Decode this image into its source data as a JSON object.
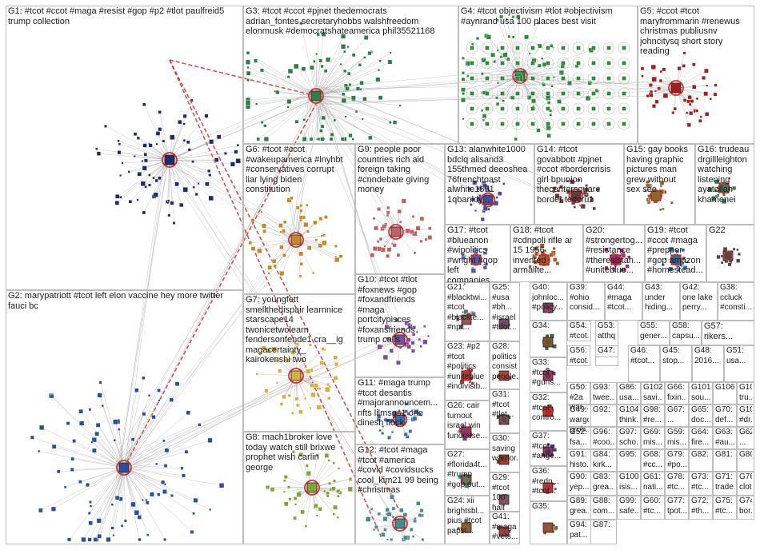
{
  "groups": [
    {
      "id": "G1",
      "label": "G1: #tcot #ccot #maga #resist #gop #p2 #tlot paulfreid5\ntrump collection",
      "color": "#1f2a6b"
    },
    {
      "id": "G2",
      "label": "G2: marypatriott #tcot left elon vaccine hey more twitter\nfauci bc",
      "color": "#2b4f9e"
    },
    {
      "id": "G3",
      "label": "G3: #tcot #ccot #pjnet thedemocrats\nadrian_fontes secretaryhobbs walshfreedom\nelonmusk #democratshateamerica phil35521168",
      "color": "#2f7d4a"
    },
    {
      "id": "G4",
      "label": "G4: #tcot objectivism #tlot #objectivism\n#aynrand usa 100 places best visit",
      "color": "#2e8b3a"
    },
    {
      "id": "G5",
      "label": "G5: #ccot #tcot\nmaryfrommarin #renewus\nchristmas publiusnv\njohncitysq short story\nreading",
      "color": "#a31f1f"
    },
    {
      "id": "G6",
      "label": "G6: #tcot #ccot\n#wakeupamerica #lnyhbt\n#conservatives corrupt\nliar lying biden\nconstitution",
      "color": "#c48a2a"
    },
    {
      "id": "G7",
      "label": "G7: youngfett\nsmellthedispair learnnice\nstarscape14\ntwonicetwolearn\nfendersonfende1 cra__ig\nmagacertainty_\nkairokenshi two",
      "color": "#d4b23a"
    },
    {
      "id": "G8",
      "label": "G8: mach1broker love\ntoday watch still brixwe\nprophet wish carlin\ngeorge",
      "color": "#7fa53a"
    },
    {
      "id": "G9",
      "label": "G9: people poor\ncountries rich aid\nforeign taking\n#cnndebate giving\nmoney",
      "color": "#c06060"
    },
    {
      "id": "G10",
      "label": "G10: #tcot #tlot\n#foxnews #gop\n#foxandfriends\n#maga\nportcitypisces\n#foxansfriends\ntrump calls",
      "color": "#7a4fa0"
    },
    {
      "id": "G11",
      "label": "G11: #maga trump\n#tcot desantis\n#majorannouncem...\nnfts lilmsgs1 one\ndinesh flock",
      "color": "#3a6fa5"
    },
    {
      "id": "G12",
      "label": "G12: #tcot #maga\n#tcot #america\n#covid #covidsucks\ncool_kim21 99 being\n#christmas",
      "color": "#4b8a8a"
    },
    {
      "id": "G13",
      "label": "G13: alanwhite1000\nbdclq alisand3\n155thmed deeoshea\n76frenchtoast\nalwhite1591\n1qbanldy...",
      "color": "#4a4a9a"
    },
    {
      "id": "G14",
      "label": "G14: #tcot\ngovabbott #pjnet\n#ccot #bordercrisis\ngirl bpunion\nthecentersquare\nborder tedcruz",
      "color": "#6a3a3a"
    },
    {
      "id": "G15",
      "label": "G15: gay books\nhaving graphic\npictures man\ngrew without\nsex see",
      "color": "#8a6a2a"
    },
    {
      "id": "G16",
      "label": "G16: trudeau\ndrgillleighton\nwatching\nlistening\nayatollah\nkhamenei",
      "color": "#3a7a5a"
    },
    {
      "id": "G17",
      "label": "G17: #tcot\n#blueanon\n#wipolitics\n#wright #gop\nleft companies...",
      "color": "#5a5aaa"
    },
    {
      "id": "G18",
      "label": "G18: #tcot\n#cdnpoli rifle ar\n15 1956\ninvented\narmalite...",
      "color": "#aa5a2a"
    },
    {
      "id": "G19",
      "label": "G19: #tcot\n#ccot #maga\n#prepper\n#gop amazon\n#homestead...",
      "color": "#2a6a9a"
    },
    {
      "id": "G20",
      "label": "G20:\n#strongertog...\n#resistance\n#theresistan...\n#uniteblue...",
      "color": "#9a2a6a"
    },
    {
      "id": "G21",
      "label": "G21:\n#blacktwi...\n#tcot\n#blackte...\n#npr...",
      "color": "#6a6a6a"
    },
    {
      "id": "G22",
      "label": "G22",
      "color": "#4a4a4a"
    },
    {
      "id": "G23",
      "label": "G23: #p2\n#tcot\n#politics\n#uniteblue\n#indivisib...",
      "color": "#aa3a3a"
    },
    {
      "id": "G24",
      "label": "G24: xii\nbrightsbl...\npius #tcot\npapst...",
      "color": "#5a7a3a"
    },
    {
      "id": "G25",
      "label": "G25:\n#usa\n#bh...\n#israel\n#tdot...",
      "color": "#3a5a8a"
    },
    {
      "id": "G26",
      "label": "G26: cair\nturnout\nisrael win\nfundraise...",
      "color": "#7a3a7a"
    },
    {
      "id": "G27",
      "label": "G27:\n#florida4t...\n#trump\n#gop put...",
      "color": "#3a8a6a"
    },
    {
      "id": "G28",
      "label": "G28:\npolitics\nconsist...\npeople...",
      "color": "#8a5a3a"
    },
    {
      "id": "G29",
      "label": "G29:\n#tcot\n100 half",
      "color": "#4a6a8a"
    },
    {
      "id": "G30",
      "label": "G30:\nsaving\nwarrior...",
      "color": "#6a4a2a"
    },
    {
      "id": "G31",
      "label": "G31:\n#tcot\n#tlot...",
      "color": "#2a5a5a"
    },
    {
      "id": "G32",
      "label": "G32:\n#tcot\ncontro...",
      "color": "#aa2a2a"
    },
    {
      "id": "G33",
      "label": "G33:\n#tcot\n#guns...",
      "color": "#5a3a6a"
    },
    {
      "id": "G34",
      "label": "G34:",
      "color": "#3a6a3a"
    },
    {
      "id": "G35",
      "label": "G35:",
      "color": "#6a6a3a"
    },
    {
      "id": "G36",
      "label": "G36:\n#redn...\n#tcot...",
      "color": "#9a3a3a"
    },
    {
      "id": "G37",
      "label": "G37:\n#tcot\n#ange...",
      "color": "#3a3a7a"
    },
    {
      "id": "G38",
      "label": "G38:\nccluck\n#consti...",
      "color": "#4a7a7a"
    },
    {
      "id": "G39",
      "label": "G39:\n#ohio\nconsid...",
      "color": "#7a7a4a"
    },
    {
      "id": "G40",
      "label": "G40:\njohnloc...\n#policy...",
      "color": "#5a4a7a"
    },
    {
      "id": "G41",
      "label": "G41:\n#maga\n#vets...",
      "color": "#7a4a4a"
    },
    {
      "id": "G42",
      "label": "G42:\none lake\nperry...",
      "color": "#4a5a7a"
    },
    {
      "id": "G43",
      "label": "G43:\nunder\nhiding...",
      "color": "#6a5a4a"
    },
    {
      "id": "G44",
      "label": "G44:\n#maga\n#tcot...",
      "color": "#aa4a4a"
    },
    {
      "id": "G45",
      "label": "G45:\nstop...",
      "color": "#5a5a5a"
    },
    {
      "id": "G46",
      "label": "G46:\n#tcot...",
      "color": "#3a5a3a"
    },
    {
      "id": "G47",
      "label": "G47:",
      "color": "#5a3a3a"
    },
    {
      "id": "G48",
      "label": "G48:\n2016...",
      "color": "#3a3a5a"
    },
    {
      "id": "G49",
      "label": "G49:\nwargo...\ngroh...",
      "color": "#6a3a5a"
    },
    {
      "id": "G50",
      "label": "G50:\n#2a\nwar...",
      "color": "#3a6a5a"
    },
    {
      "id": "G51",
      "label": "G51:\nusa...",
      "color": "#5a6a3a"
    },
    {
      "id": "G52",
      "label": "G52:\nfsa...",
      "color": "#4a3a6a"
    },
    {
      "id": "G53",
      "label": "G53:\natthq...",
      "color": "#6a4a3a"
    },
    {
      "id": "G54",
      "label": "G54:\n#tcot...",
      "color": "#3a4a6a"
    },
    {
      "id": "G55",
      "label": "G55:\ngener...",
      "color": "#5a4a5a"
    },
    {
      "id": "G56",
      "label": "G56:\n#tcot...",
      "color": "#4a5a4a"
    },
    {
      "id": "G57",
      "label": "G57:\nrikers...",
      "color": "#6a5a5a"
    },
    {
      "id": "G58",
      "label": "G58:\ncapsu...",
      "color": "#4a4a6a"
    },
    {
      "id": "G59",
      "label": "G59:\nmis...",
      "color": "#5a5a4a"
    },
    {
      "id": "G60",
      "label": "G60:\n#tc...",
      "color": "#3a3a3a"
    },
    {
      "id": "G61",
      "label": "G61:\nnati...",
      "color": "#5a3a4a"
    },
    {
      "id": "G62",
      "label": "G62:\n...",
      "color": "#3a5a5a"
    },
    {
      "id": "G63",
      "label": "G63:\n#au...",
      "color": "#4a3a3a"
    },
    {
      "id": "G64",
      "label": "G64:\nfire...",
      "color": "#3a4a4a"
    },
    {
      "id": "G65",
      "label": "G65:\ndoc...",
      "color": "#4a4a3a"
    },
    {
      "id": "G66",
      "label": "G66:\nfixin...",
      "color": "#5a4a4a"
    },
    {
      "id": "G67",
      "label": "G67:\n...",
      "color": "#4a5a5a"
    },
    {
      "id": "G68",
      "label": "G68:\n#cc...",
      "color": "#5a5a3a"
    },
    {
      "id": "G69",
      "label": "G69:\nmis...",
      "color": "#3a4a5a"
    },
    {
      "id": "G70",
      "label": "G70:\ndef...",
      "color": "#4a3a5a"
    },
    {
      "id": "G71",
      "label": "G71:\ntrade...",
      "color": "#5a3a5a"
    },
    {
      "id": "G72",
      "label": "G72:\n#th...",
      "color": "#3a5a4a"
    },
    {
      "id": "G73",
      "label": "G73:\n#tc...",
      "color": "#4a5a3a"
    },
    {
      "id": "G74",
      "label": "G74:\nbor...",
      "color": "#5a4a3a"
    },
    {
      "id": "G75",
      "label": "G75:\n#tc...",
      "color": "#3a3a4a"
    },
    {
      "id": "G76",
      "label": "G76:\nclot...",
      "color": "#4a4a5a"
    },
    {
      "id": "G77",
      "label": "G77:\ntpot...",
      "color": "#5a5a5a"
    },
    {
      "id": "G78",
      "label": "G78:\n#tc...",
      "color": "#3a4a3a"
    },
    {
      "id": "G79",
      "label": "G79:\n#po...",
      "color": "#4a3a4a"
    },
    {
      "id": "G80",
      "label": "G80:",
      "color": "#5a3a3a"
    },
    {
      "id": "G81",
      "label": "G81:",
      "color": "#3a5a3a"
    },
    {
      "id": "G82",
      "label": "G82:",
      "color": "#4a5a4a"
    },
    {
      "id": "G83",
      "label": "G83:\ngrea...",
      "color": "#5a4a5a"
    },
    {
      "id": "G84",
      "label": "G84:\nkirk...",
      "color": "#3a4a5a"
    },
    {
      "id": "G85",
      "label": "G85:",
      "color": "#4a4a4a"
    },
    {
      "id": "G86",
      "label": "G86:\nusa...",
      "color": "#5a5a4a"
    },
    {
      "id": "G87",
      "label": "G87:",
      "color": "#3a3a5a"
    },
    {
      "id": "G88",
      "label": "G88:\ncom...",
      "color": "#4a5a5a"
    },
    {
      "id": "G89",
      "label": "G89:\ngrea...",
      "color": "#5a3a4a"
    },
    {
      "id": "G90",
      "label": "G90:\nyep...",
      "color": "#3a5a5a"
    },
    {
      "id": "G91",
      "label": "G91:\nhisto...",
      "color": "#4a3a3a"
    },
    {
      "id": "G92",
      "label": "G92:",
      "color": "#5a4a4a"
    },
    {
      "id": "G93",
      "label": "G93:\ntwee...",
      "color": "#3a4a4a"
    },
    {
      "id": "G94",
      "label": "G94:\npat...",
      "color": "#4a4a3a"
    },
    {
      "id": "G95",
      "label": "G95:",
      "color": "#5a5a3a"
    },
    {
      "id": "G96",
      "label": "G96:\n#coo...",
      "color": "#3a3a3a"
    },
    {
      "id": "G97",
      "label": "G97:\nscho...",
      "color": "#4a5a3a"
    },
    {
      "id": "G98",
      "label": "G98:\n#re...",
      "color": "#5a3a5a"
    },
    {
      "id": "G99",
      "label": "G99:\nsafe...",
      "color": "#3a5a4a"
    },
    {
      "id": "G100",
      "label": "G100:\nisis...",
      "color": "#4a3a5a"
    },
    {
      "id": "G101",
      "label": "G101:\nsou...",
      "color": "#5a4a3a"
    },
    {
      "id": "G102",
      "label": "G102:\nsavi...",
      "color": "#3a4a3a"
    },
    {
      "id": "G103",
      "label": "G103:\n#dr...",
      "color": "#4a4a5a"
    },
    {
      "id": "G104",
      "label": "G104:\nthink...",
      "color": "#5a5a5a"
    },
    {
      "id": "G105",
      "label": "G105:\ntru...",
      "color": "#3a3a4a"
    },
    {
      "id": "G106",
      "label": "G106",
      "color": "#4a5a4a"
    }
  ],
  "colors": {
    "edge": "#9a9a9a",
    "bridge": "#d03030",
    "panel_border": "#bdbdbd"
  }
}
